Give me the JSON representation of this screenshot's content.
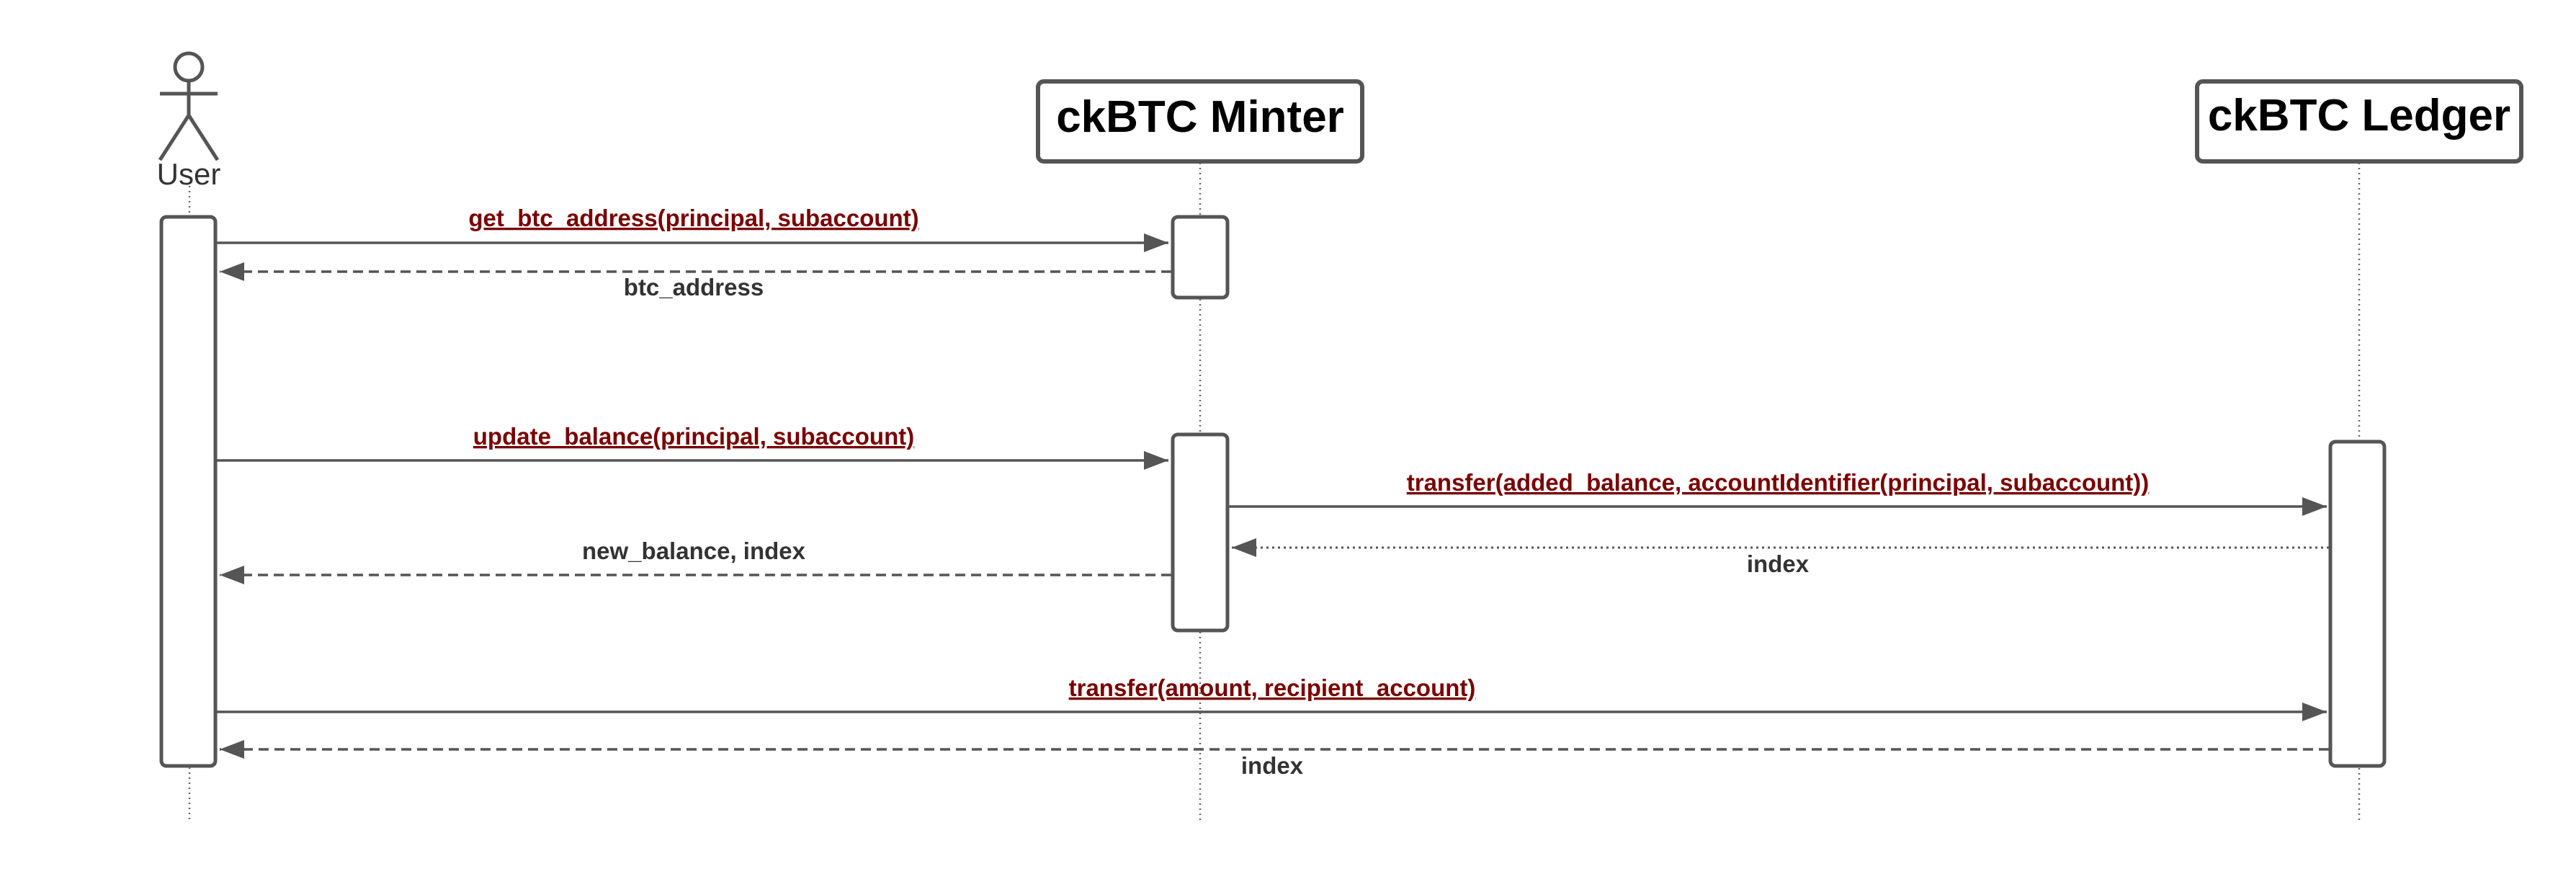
{
  "participants": {
    "user": "User",
    "minter": "ckBTC Minter",
    "ledger": "ckBTC Ledger"
  },
  "messages": [
    {
      "label": "get_btc_address(principal, subaccount)",
      "from": "user",
      "to": "minter",
      "style": "call"
    },
    {
      "label": "btc_address",
      "from": "minter",
      "to": "user",
      "style": "return"
    },
    {
      "label": "update_balance(principal, subaccount)",
      "from": "user",
      "to": "minter",
      "style": "call"
    },
    {
      "label": "transfer(added_balance, accountIdentifier(principal, subaccount))",
      "from": "minter",
      "to": "ledger",
      "style": "call"
    },
    {
      "label": "index",
      "from": "ledger",
      "to": "minter",
      "style": "return"
    },
    {
      "label": "new_balance, index",
      "from": "minter",
      "to": "user",
      "style": "return"
    },
    {
      "label": "transfer(amount, recipient_account)",
      "from": "user",
      "to": "ledger",
      "style": "call"
    },
    {
      "label": "index",
      "from": "ledger",
      "to": "user",
      "style": "return"
    }
  ],
  "colors": {
    "line": "#555555",
    "call_text": "#7a0000",
    "return_text": "#333333",
    "title_text": "#000000"
  }
}
